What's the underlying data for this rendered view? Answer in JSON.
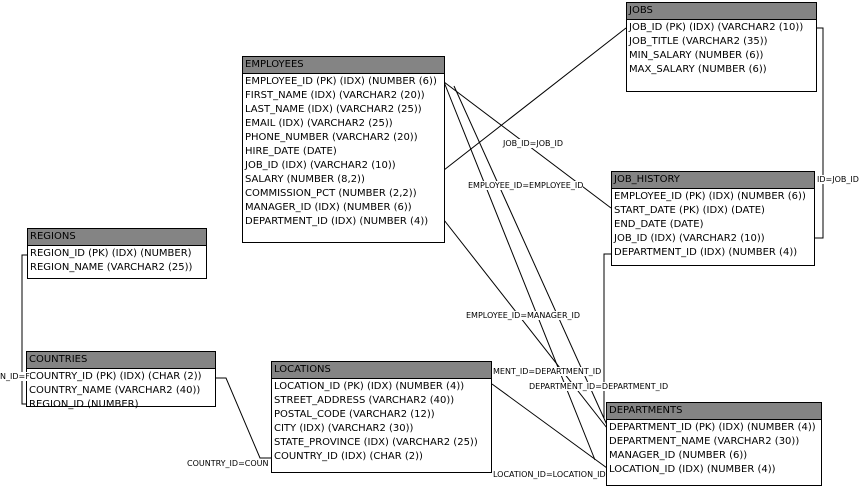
{
  "tables": {
    "jobs": {
      "name": "JOBS",
      "columns": [
        "JOB_ID (PK) (IDX)  (VARCHAR2 (10))",
        "JOB_TITLE  (VARCHAR2 (35))",
        "MIN_SALARY  (NUMBER (6))",
        "MAX_SALARY  (NUMBER (6))"
      ]
    },
    "employees": {
      "name": "EMPLOYEES",
      "columns": [
        "EMPLOYEE_ID (PK) (IDX)  (NUMBER (6))",
        "FIRST_NAME (IDX)  (VARCHAR2 (20))",
        "LAST_NAME (IDX)  (VARCHAR2 (25))",
        "EMAIL (IDX)  (VARCHAR2 (25))",
        "PHONE_NUMBER  (VARCHAR2 (20))",
        "HIRE_DATE  (DATE)",
        "JOB_ID (IDX)  (VARCHAR2 (10))",
        "SALARY  (NUMBER (8,2))",
        "COMMISSION_PCT  (NUMBER (2,2))",
        "MANAGER_ID (IDX)  (NUMBER (6))",
        "DEPARTMENT_ID (IDX)  (NUMBER (4))"
      ]
    },
    "job_history": {
      "name": "JOB_HISTORY",
      "columns": [
        "EMPLOYEE_ID (PK) (IDX)  (NUMBER (6))",
        "START_DATE (PK) (IDX)  (DATE)",
        "END_DATE  (DATE)",
        "JOB_ID (IDX)  (VARCHAR2 (10))",
        "DEPARTMENT_ID (IDX)  (NUMBER (4))"
      ]
    },
    "regions": {
      "name": "REGIONS",
      "columns": [
        "REGION_ID (PK) (IDX)  (NUMBER)",
        "REGION_NAME  (VARCHAR2 (25))"
      ]
    },
    "countries": {
      "name": "COUNTRIES",
      "columns": [
        "COUNTRY_ID (PK) (IDX)  (CHAR (2))",
        "COUNTRY_NAME  (VARCHAR2 (40))",
        "REGION_ID  (NUMBER)"
      ]
    },
    "locations": {
      "name": "LOCATIONS",
      "columns": [
        "LOCATION_ID (PK) (IDX)  (NUMBER (4))",
        "STREET_ADDRESS  (VARCHAR2 (40))",
        "POSTAL_CODE  (VARCHAR2 (12))",
        "CITY (IDX)  (VARCHAR2 (30))",
        "STATE_PROVINCE (IDX)  (VARCHAR2 (25))",
        "COUNTRY_ID (IDX)  (CHAR (2))"
      ]
    },
    "departments": {
      "name": "DEPARTMENTS",
      "columns": [
        "DEPARTMENT_ID (PK) (IDX)  (NUMBER (4))",
        "DEPARTMENT_NAME  (VARCHAR2 (30))",
        "MANAGER_ID  (NUMBER (6))",
        "LOCATION_ID (IDX)  (NUMBER (4))"
      ]
    }
  },
  "relationships": {
    "emp_job_id": "JOB_ID=JOB_ID",
    "jh_job_id": "ID=JOB_ID",
    "jh_emp_id": "EMPLOYEE_ID=EMPLOYEE_ID",
    "emp_manager_id": "EMPLOYEE_ID=MANAGER_ID",
    "emp_dept_id": "MENT_ID=DEPARTMENT_ID",
    "jh_dept_id": "DEPARTMENT_ID=DEPARTMENT_ID",
    "country_region_id": "N_ID=F",
    "loc_country_id": "COUNTRY_ID=COUN",
    "dept_location_id": "LOCATION_ID=LOCATION_ID"
  },
  "colors": {
    "header": "#848484",
    "border": "#000000",
    "background": "#ffffff"
  }
}
